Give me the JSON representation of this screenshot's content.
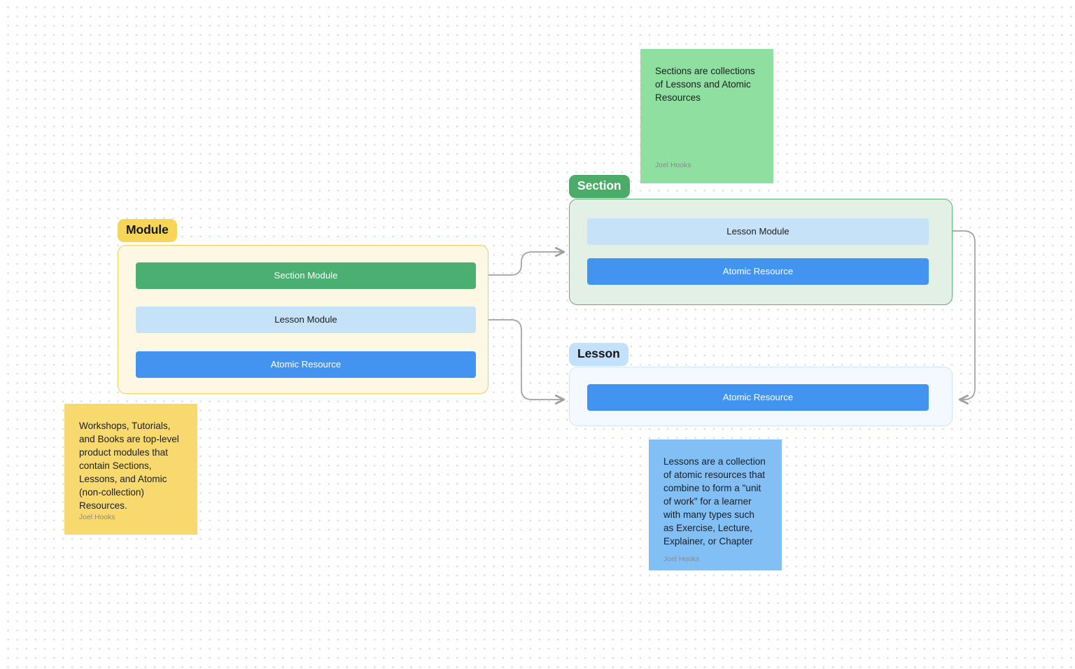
{
  "canvas": {
    "background_color": "#ffffff",
    "dot_grid_color": "#d9d9de"
  },
  "groups": [
    {
      "id": "module",
      "label": "Module",
      "pill_bg": "#f7d558",
      "pill_text_color": "#15171a",
      "container_bg": "#fdf8e4",
      "container_border": "#f3ce5d",
      "items": [
        {
          "label": "Section Module",
          "color": "#4caf72",
          "text_color": "#ffffff"
        },
        {
          "label": "Lesson Module",
          "color": "#c6e2f9",
          "text_color": "#1c1e21"
        },
        {
          "label": "Atomic Resource",
          "color": "#4294f0",
          "text_color": "#ffffff"
        }
      ]
    },
    {
      "id": "section",
      "label": "Section",
      "pill_bg": "#4bab68",
      "pill_text_color": "#ffffff",
      "container_bg": "#e3f0e5",
      "container_border": "#5cb270",
      "items": [
        {
          "label": "Lesson Module",
          "color": "#c6e2f9",
          "text_color": "#1c1e21"
        },
        {
          "label": "Atomic Resource",
          "color": "#4294f0",
          "text_color": "#ffffff"
        }
      ]
    },
    {
      "id": "lesson",
      "label": "Lesson",
      "pill_bg": "#c3e1fa",
      "pill_text_color": "#15171a",
      "container_bg": "#f3f9fe",
      "container_border": "#cfe5f8",
      "items": [
        {
          "label": "Atomic Resource",
          "color": "#4294f0",
          "text_color": "#ffffff"
        }
      ]
    }
  ],
  "notes": [
    {
      "id": "sections-note",
      "color": "#8fdfa1",
      "text": "Sections are collections of Lessons and Atomic Resources",
      "author": "Joel Hooks"
    },
    {
      "id": "modules-note",
      "color": "#f7d96e",
      "text": "Workshops, Tutorials, and Books are top-level product modules that contain Sections, Lessons, and Atomic (non-collection) Resources.",
      "author": "Joel Hooks"
    },
    {
      "id": "lessons-note",
      "color": "#81bff5",
      "text": "Lessons are a collection of atomic resources that combine to form a \"unit of work\" for a learner with many types such as Exercise, Lecture, Explainer, or Chapter",
      "author": "Joel Hooks"
    }
  ],
  "connectors": [
    {
      "id": "module-section-module-to-section-group",
      "from": "Section Module",
      "to": "Section",
      "color": "#a0a0a0"
    },
    {
      "id": "module-lesson-module-to-lesson-group",
      "from": "Lesson Module",
      "to": "Lesson",
      "color": "#a0a0a0"
    },
    {
      "id": "section-lesson-module-to-lesson-group",
      "from": "Lesson Module",
      "to": "Lesson",
      "color": "#a0a0a0"
    }
  ]
}
